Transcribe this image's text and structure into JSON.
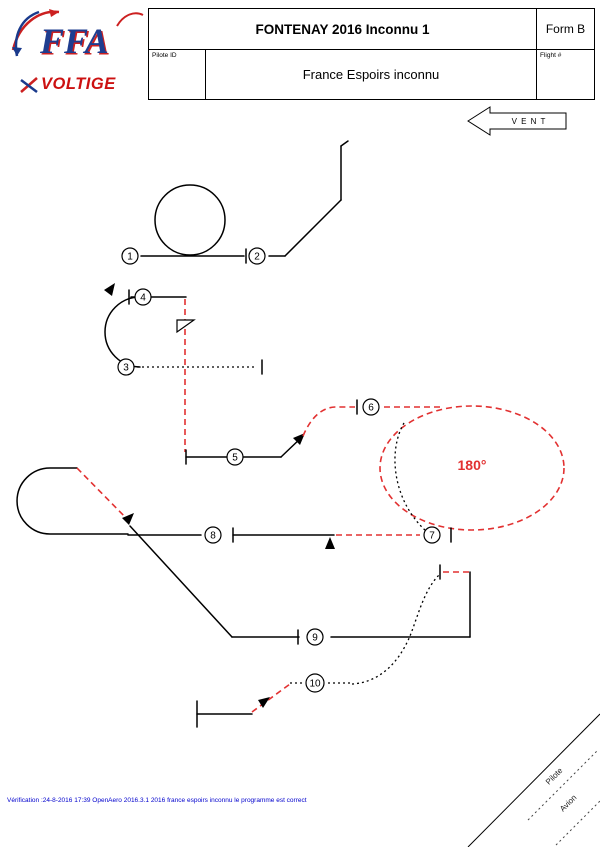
{
  "header": {
    "logo": {
      "ffa": "FFA",
      "voltige": "VOLTIGE"
    },
    "title": "FONTENAY 2016 Inconnu 1",
    "form_label": "Form B",
    "pilot_id_label": "Pilote ID",
    "subtitle": "France Espoirs inconnu",
    "flight_label": "Flight #"
  },
  "wind": {
    "label": "V E N T"
  },
  "diagram": {
    "figures": [
      "1",
      "2",
      "3",
      "4",
      "5",
      "6",
      "7",
      "8",
      "9",
      "10"
    ],
    "turn_label": "180°"
  },
  "signatures": {
    "pilot": "Pilote",
    "plane": "Avion"
  },
  "footer": {
    "verification": "Vérification :24-8-2016 17:39 OpenAero 2016.3.1 2016 france espoirs inconnu le programme est correct"
  },
  "colors": {
    "line_red": "#e23131",
    "verification_blue": "#0000cd"
  }
}
